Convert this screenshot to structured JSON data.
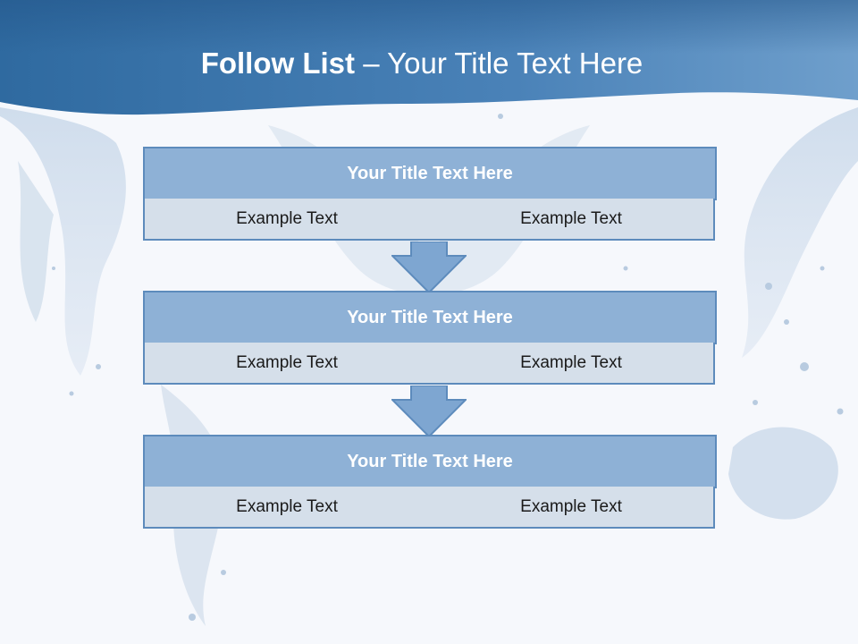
{
  "slide": {
    "title_bold": "Follow List",
    "title_rest": " – Your Title Text Here"
  },
  "steps": [
    {
      "title": "Your Title Text Here",
      "left": "Example Text",
      "right": "Example Text"
    },
    {
      "title": "Your Title Text Here",
      "left": "Example Text",
      "right": "Example Text"
    },
    {
      "title": "Your Title Text Here",
      "left": "Example Text",
      "right": "Example Text"
    }
  ],
  "colors": {
    "header_dark": "#2f6aa0",
    "header_light": "#6f9fcc",
    "block_title_fill": "#8eb1d6",
    "block_border": "#5d8bbc",
    "block_cell_fill": "#d5dfea",
    "arrow_fill": "#7ea6d1"
  }
}
